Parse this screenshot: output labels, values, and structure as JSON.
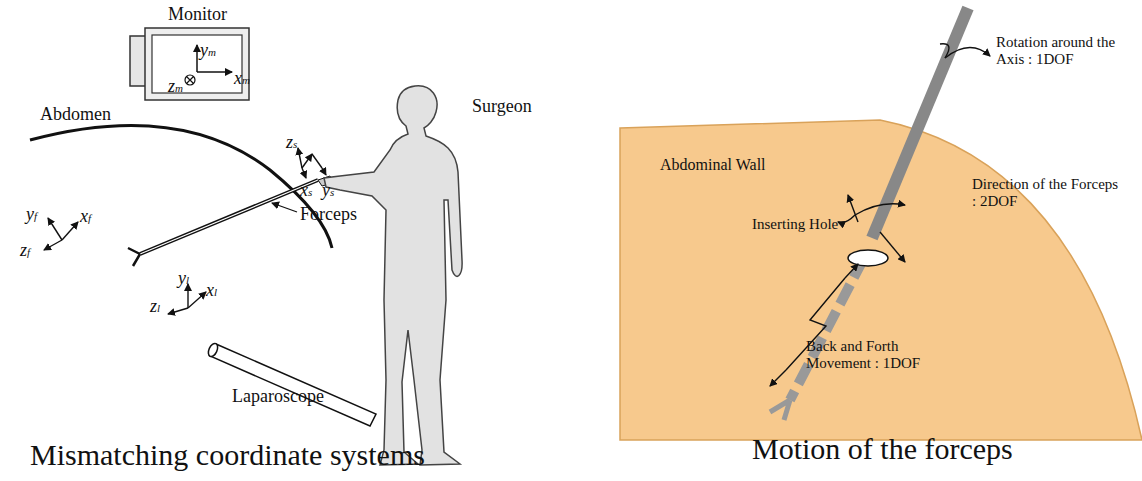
{
  "diagram": {
    "labels": [
      "Monitor",
      "ym",
      "xm",
      "zm",
      "Abdomen",
      "yf",
      "xf",
      "zf",
      "zs",
      "xs",
      "ys",
      "Forceps",
      "Surgeon",
      "yl",
      "xl",
      "zl",
      "Laparoscope",
      "Mismatching coordinate systems",
      "Rotation around the Axis : 1DOF",
      "Abdominal Wall",
      "Direction of the Forceps : 2DOF",
      "Inserting Hole",
      "Back and Forth Movement : 1DOF",
      "Motion of the forceps"
    ]
  }
}
